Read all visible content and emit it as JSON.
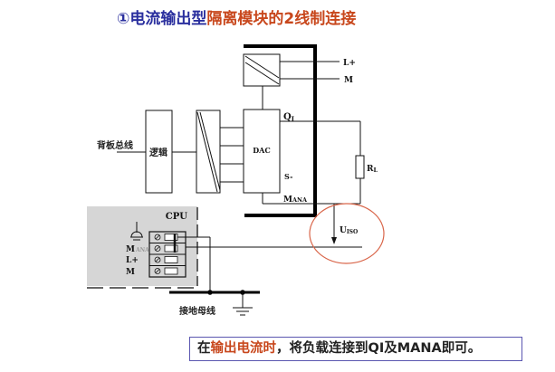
{
  "title": {
    "number": "①",
    "part_blue": "电流输出型",
    "part_red": "隔离模块的2线制连接"
  },
  "diagram": {
    "labels": {
      "backplane_bus": "背板总线",
      "logic": "逻辑",
      "dac": "DAC",
      "qi": "Q",
      "qi_sub": "I",
      "s_minus": "S-",
      "mana": "M",
      "mana_sub": "ANA",
      "l_plus": "L+",
      "m": "M",
      "rl": "R",
      "rl_sub": "L",
      "uiso": "U",
      "uiso_sub": "ISO",
      "cpu": "CPU",
      "cpu_terminals": [
        "",
        "M",
        "L+",
        "M"
      ],
      "cpu_mana_sub": "ANA",
      "ground_bus": "接地母线"
    },
    "highlight_color": "#d9664a"
  },
  "note": {
    "prefix": "在",
    "highlight": "输出电流时",
    "suffix": "，将负载连接到QI及MANA即可。"
  }
}
